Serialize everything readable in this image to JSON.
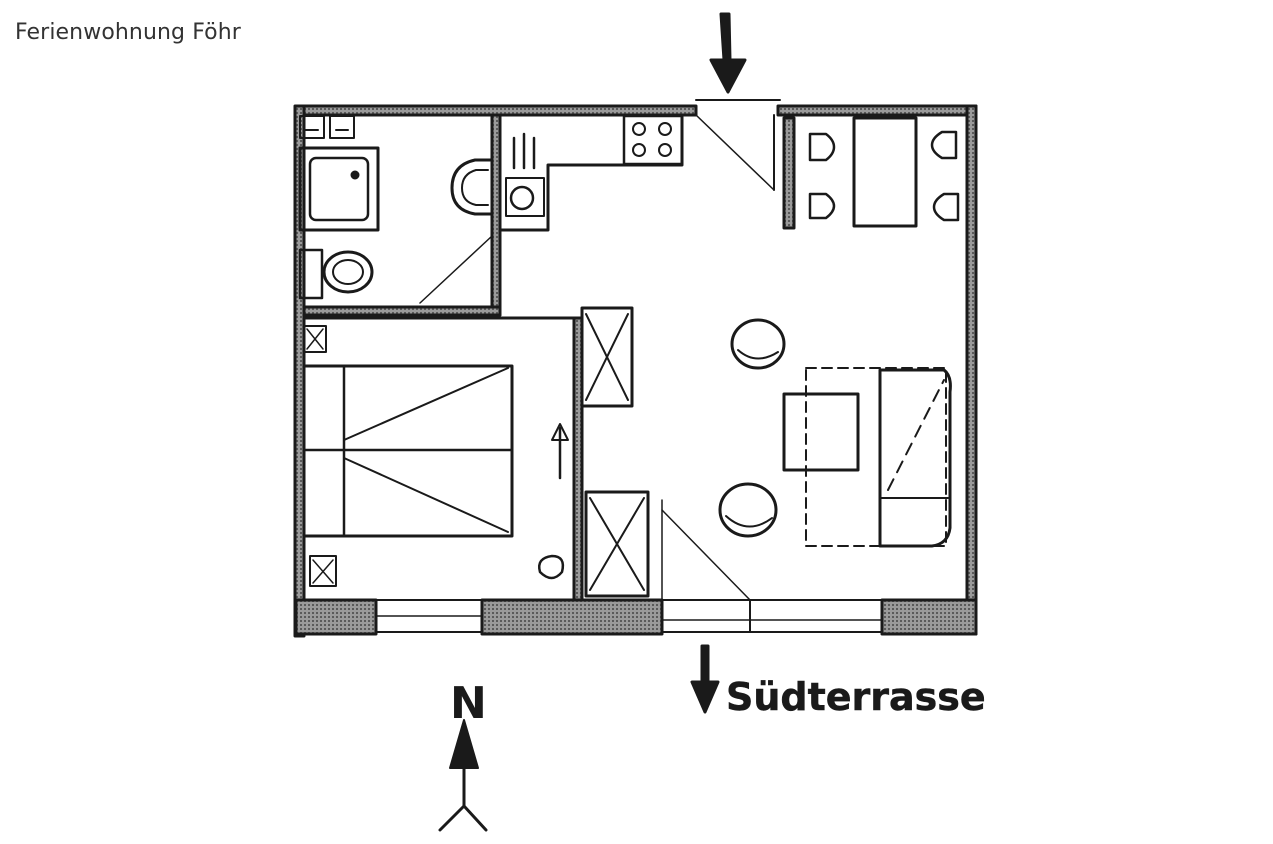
{
  "title": "Ferienwohnung Föhr",
  "labels": {
    "terrace": "Südterrasse",
    "north": "N"
  },
  "colors": {
    "ink": "#1a1a1a",
    "wall_fill": "#8c8c8c",
    "title": "#333333"
  }
}
